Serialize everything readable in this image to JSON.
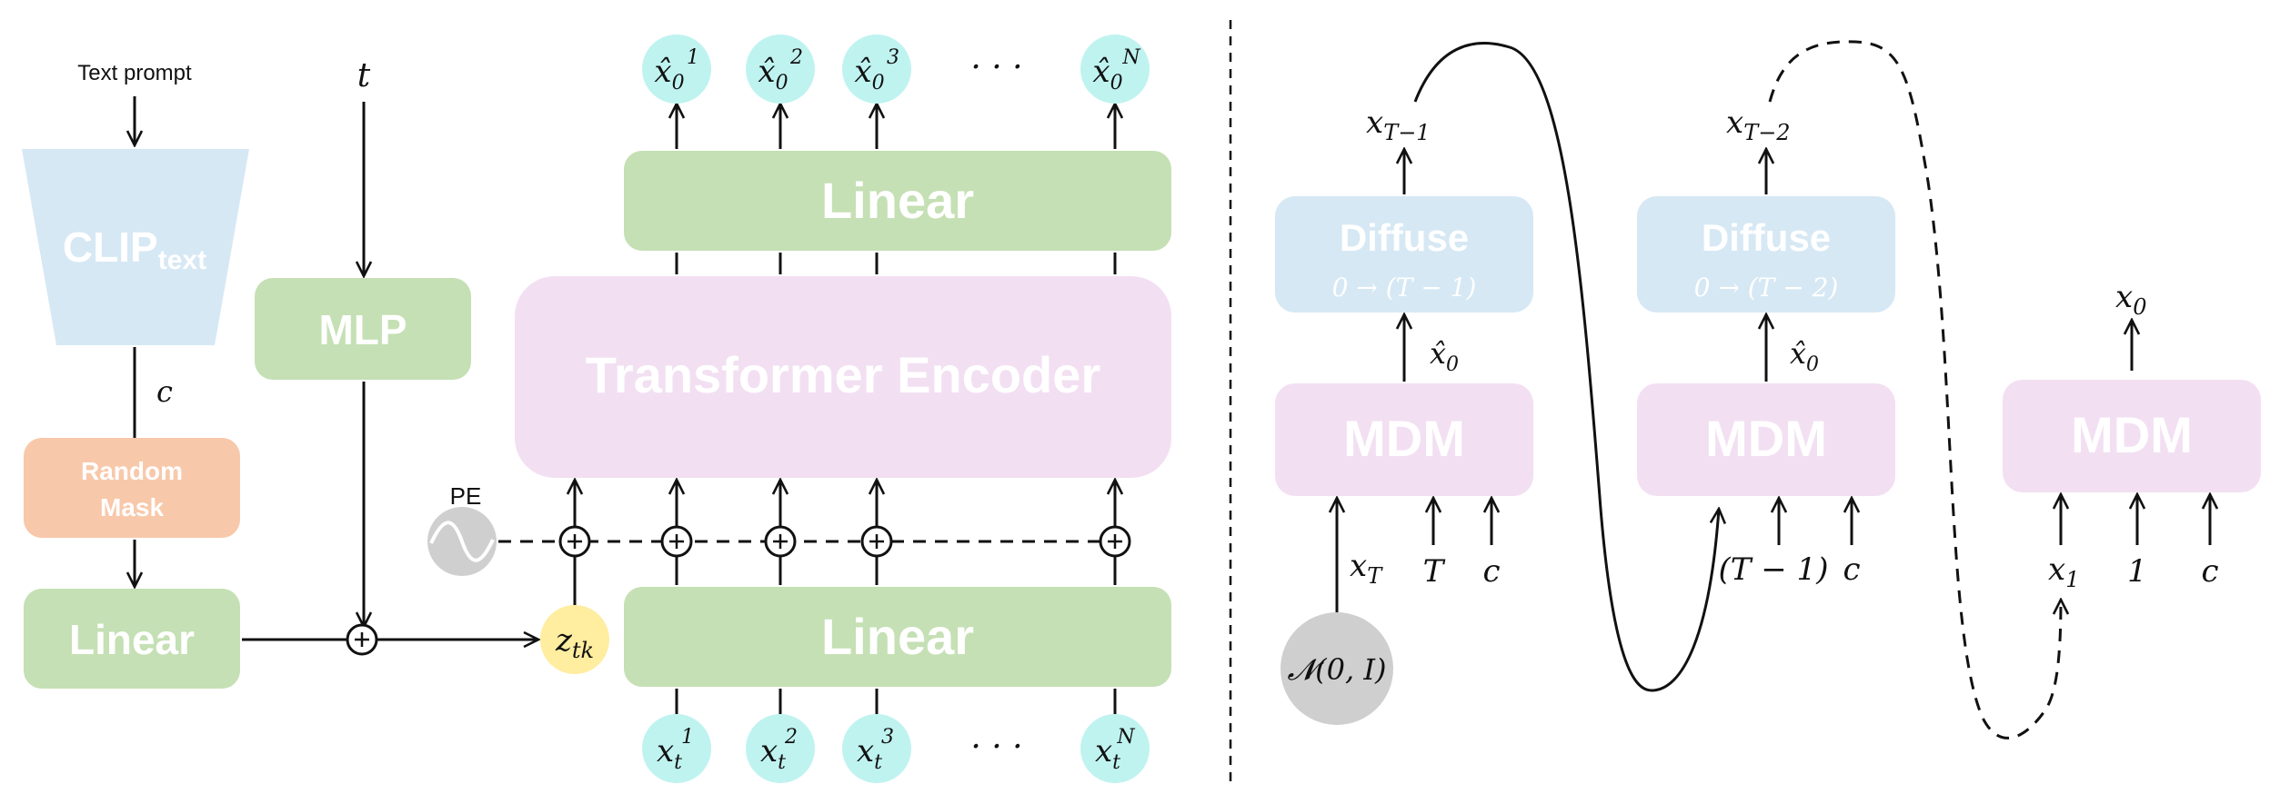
{
  "left": {
    "text_prompt": "Text prompt",
    "clip_label": "CLIP",
    "clip_sub": "text",
    "c_label": "c",
    "random_mask_line1": "Random",
    "random_mask_line2": "Mask",
    "linear_left": "Linear",
    "t_label": "t",
    "mlp_label": "MLP",
    "z_label": "z",
    "z_sub": "tk",
    "pe_label": "PE",
    "transformer_label": "Transformer Encoder",
    "linear_top": "Linear",
    "linear_bottom": "Linear",
    "outputs": [
      {
        "base": "x̂",
        "sub": "0",
        "sup": "1"
      },
      {
        "base": "x̂",
        "sub": "0",
        "sup": "2"
      },
      {
        "base": "x̂",
        "sub": "0",
        "sup": "3"
      },
      {
        "base": "x̂",
        "sub": "0",
        "sup": "N"
      }
    ],
    "inputs": [
      {
        "base": "x",
        "sub": "t",
        "sup": "1"
      },
      {
        "base": "x",
        "sub": "t",
        "sup": "2"
      },
      {
        "base": "x",
        "sub": "t",
        "sup": "3"
      },
      {
        "base": "x",
        "sub": "t",
        "sup": "N"
      }
    ],
    "ellipsis": "· · ·"
  },
  "right": {
    "diffuse1_title": "Diffuse",
    "diffuse1_sub": "0 → (T − 1)",
    "diffuse2_title": "Diffuse",
    "diffuse2_sub": "0 → (T − 2)",
    "mdm_label": "MDM",
    "x_T_minus_1": {
      "base": "x",
      "sub": "T−1"
    },
    "x_T_minus_2": {
      "base": "x",
      "sub": "T−2"
    },
    "x0_hat": {
      "base": "x̂",
      "sub": "0"
    },
    "x_0": {
      "base": "x",
      "sub": "0"
    },
    "x_T": {
      "base": "x",
      "sub": "T"
    },
    "x_1": {
      "base": "x",
      "sub": "1"
    },
    "noise": "𝓝(0, I)",
    "T_label": "T",
    "T_minus_1_label": "(T − 1)",
    "one_label": "1",
    "c_label": "c"
  },
  "colors": {
    "green": "#c5e0b4",
    "pink": "#f2e0f2",
    "blue": "#d6e8f4",
    "orange": "#f8c8aa",
    "cyan": "#bff3f0",
    "yellow": "#ffeda0",
    "gray": "#cfcfcf"
  }
}
